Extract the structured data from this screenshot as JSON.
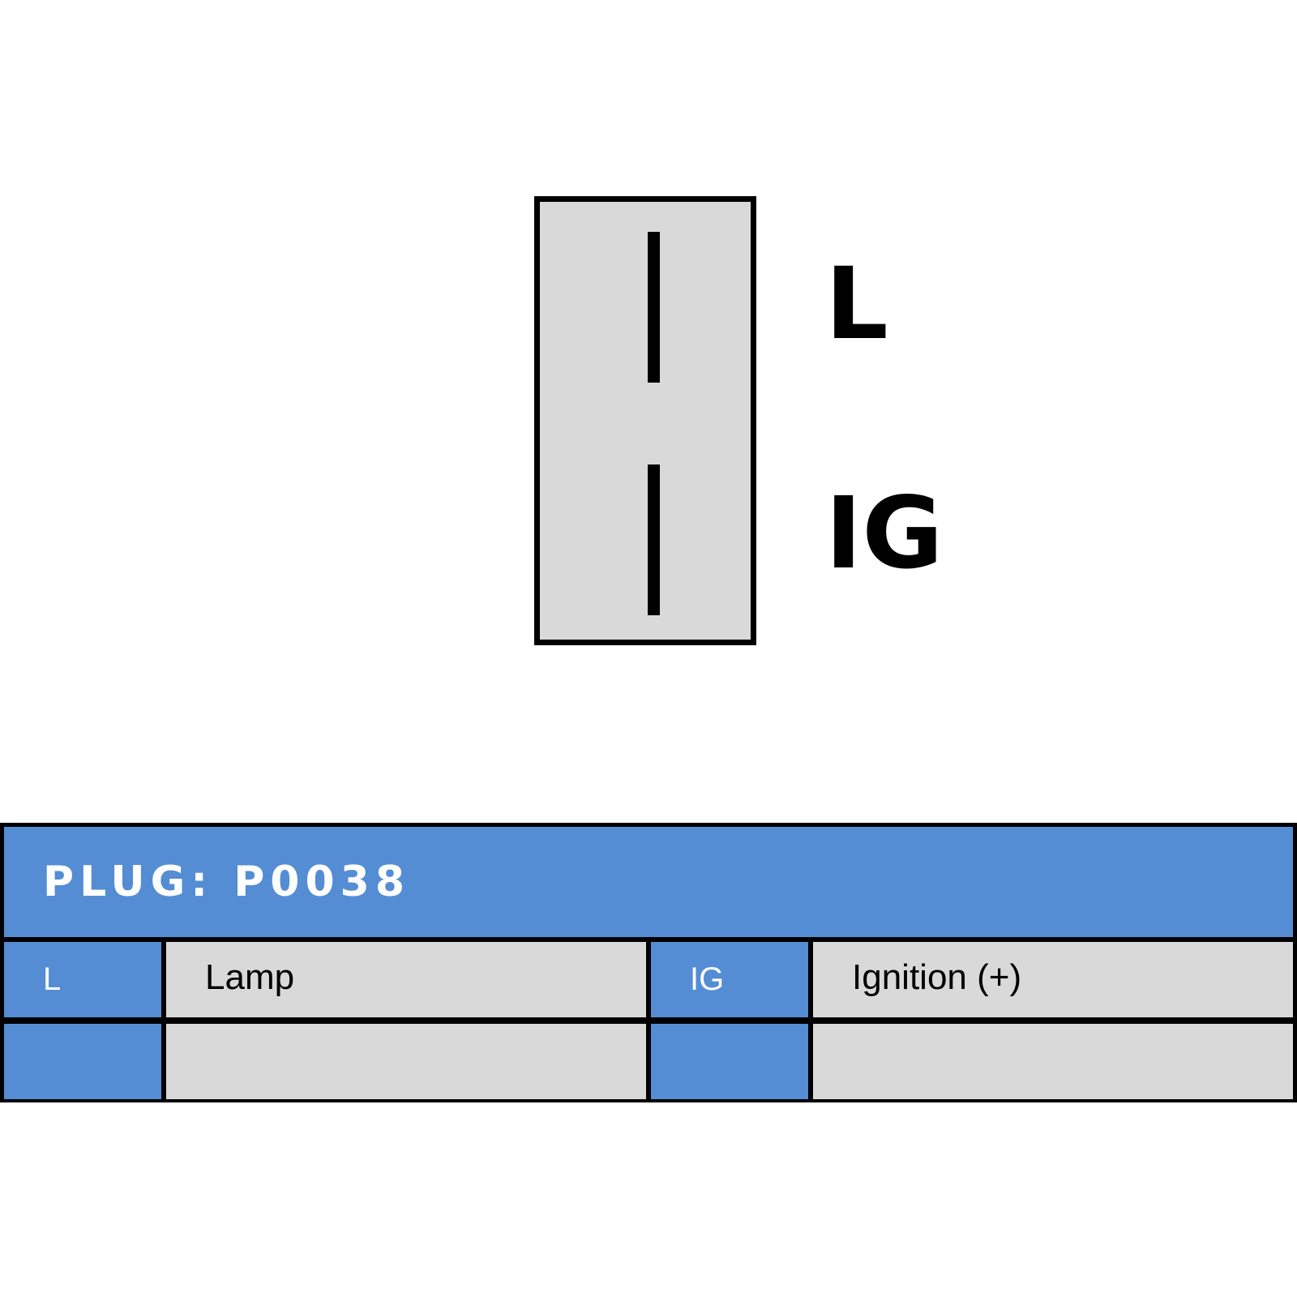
{
  "diagram": {
    "pins": [
      {
        "label": "L"
      },
      {
        "label": "IG"
      }
    ]
  },
  "plug_table": {
    "title": "PLUG: P0038",
    "rows": [
      [
        {
          "pin": "L",
          "description": "Lamp"
        },
        {
          "pin": "IG",
          "description": "Ignition (+)"
        }
      ],
      [
        {
          "pin": "",
          "description": ""
        },
        {
          "pin": "",
          "description": ""
        }
      ]
    ]
  },
  "colors": {
    "header_blue": "#548dd4",
    "cell_grey": "#d9d9d9",
    "outline": "#000000"
  }
}
